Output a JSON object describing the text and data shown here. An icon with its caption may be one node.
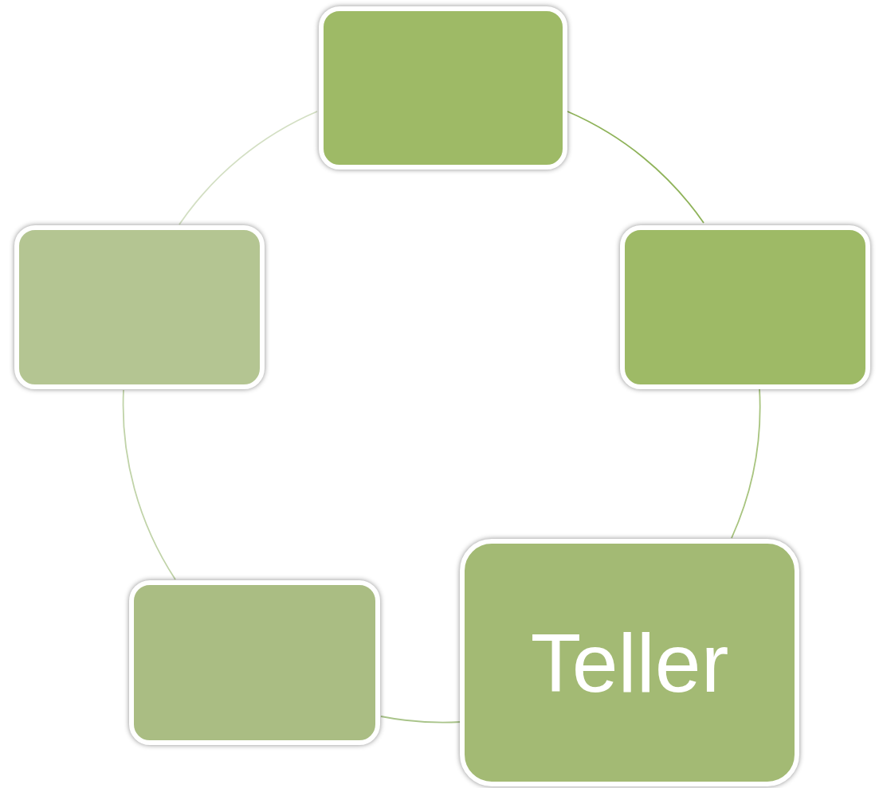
{
  "diagram": {
    "nodes": [
      {
        "text": [],
        "shape": "box"
      },
      {
        "text": [],
        "shape": "box"
      },
      {
        "text": [],
        "shape": "box"
      },
      {
        "text": [
          "Teller"
        ]
      },
      {
        "text": [],
        "shape": "box"
      }
    ],
    "edges": [
      {
        "from": 0,
        "to": 2,
        "arrow": "none",
        "color": "#8fb35a"
      },
      {
        "from": 2,
        "to": 3,
        "arrow": "none",
        "color": "#a8c47f"
      },
      {
        "from": 3,
        "to": 4,
        "arrow": "none",
        "color": "#a9c48a"
      },
      {
        "from": 4,
        "to": 1,
        "arrow": "none",
        "color": "#c0d3a8"
      },
      {
        "from": 1,
        "to": 0,
        "arrow": "none",
        "color": "#d3dfc3"
      }
    ]
  }
}
